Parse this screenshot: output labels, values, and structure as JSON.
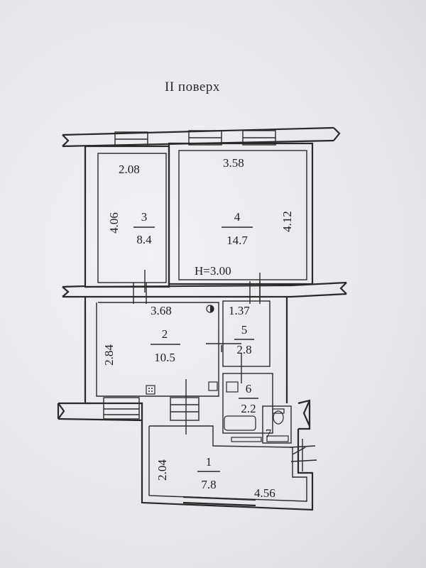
{
  "title": "II поверх",
  "ceiling_height": "H=3.00",
  "rooms": [
    {
      "number": "1",
      "area": "7.8",
      "dims": [
        "2.04",
        "4.56"
      ]
    },
    {
      "number": "2",
      "area": "10.5",
      "dims": [
        "3.68",
        "2.84"
      ]
    },
    {
      "number": "3",
      "area": "8.4",
      "dims": [
        "2.08",
        "4.06"
      ]
    },
    {
      "number": "4",
      "area": "14.7",
      "dims": [
        "3.58",
        "4.12"
      ]
    },
    {
      "number": "5",
      "area": "2.8",
      "dims": [
        "1.37"
      ]
    },
    {
      "number": "6",
      "area": "2.2",
      "dims": []
    },
    {
      "number": "7",
      "area": "",
      "dims": []
    }
  ]
}
